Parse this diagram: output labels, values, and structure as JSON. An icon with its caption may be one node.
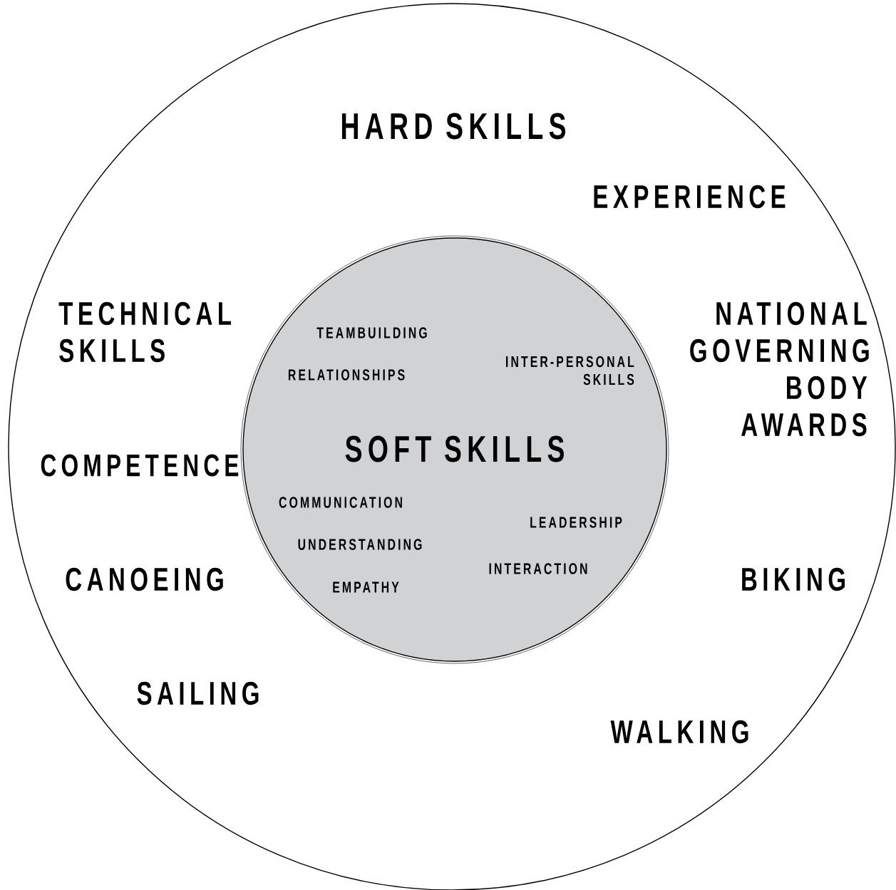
{
  "diagram": {
    "nodes": [
      {
        "text": [
          "HARD SKILLS",
          "EXPERIENCE",
          "TECHNICAL SKILLS",
          "NATIONAL GOVERNING BODY AWARDS",
          "COMPETENCE",
          "CANOEING",
          "BIKING",
          "SAILING",
          "WALKING"
        ]
      },
      {
        "text": [
          "TEAMBUILDING",
          "INTER-PERSONAL SKILLS",
          "RELATIONSHIPS",
          "SOFT SKILLS",
          "COMMUNICATION",
          "LEADERSHIP",
          "UNDERSTANDING",
          "INTERACTION",
          "EMPATHY"
        ],
        "in": 0
      }
    ]
  }
}
